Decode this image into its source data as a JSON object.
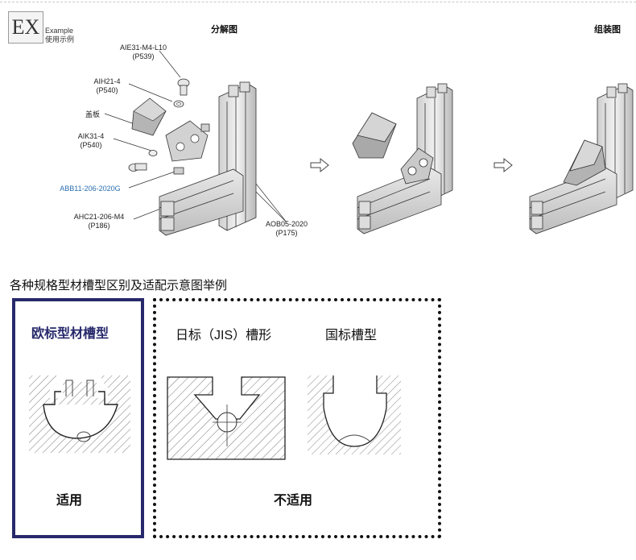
{
  "example_logo": {
    "mark": "EX",
    "line1": "Example",
    "line2": "使用示例"
  },
  "diagram": {
    "exploded_title": "分解图",
    "assembled_title": "组装图",
    "labels": {
      "bolt_code": "AIE31-M4-L10",
      "bolt_page": "(P539)",
      "washer_code": "AIH21-4",
      "washer_page": "(P540)",
      "cover": "盖板",
      "spring_code": "AIK31-4",
      "spring_page": "(P540)",
      "bracket_code": "ABB11-206-2020G",
      "nut_code": "AHC21-206-M4",
      "nut_page": "(P186)",
      "profile_code": "AOB05-2020",
      "profile_page": "(P175)"
    },
    "colors": {
      "bracket_label": "#2a6fb0"
    }
  },
  "comparison": {
    "subtitle": "各种规格型材槽型区别及适配示意图举例",
    "suitable_box": {
      "title": "欧标型材槽型",
      "verdict": "适用",
      "border_color": "#27296b"
    },
    "unsuitable_box": {
      "jis_title": "日标（JIS）槽形",
      "gb_title": "国标槽型",
      "verdict": "不适用"
    }
  },
  "icons": [
    "arrow-right-icon",
    "hatched-slot-profile-icon"
  ]
}
